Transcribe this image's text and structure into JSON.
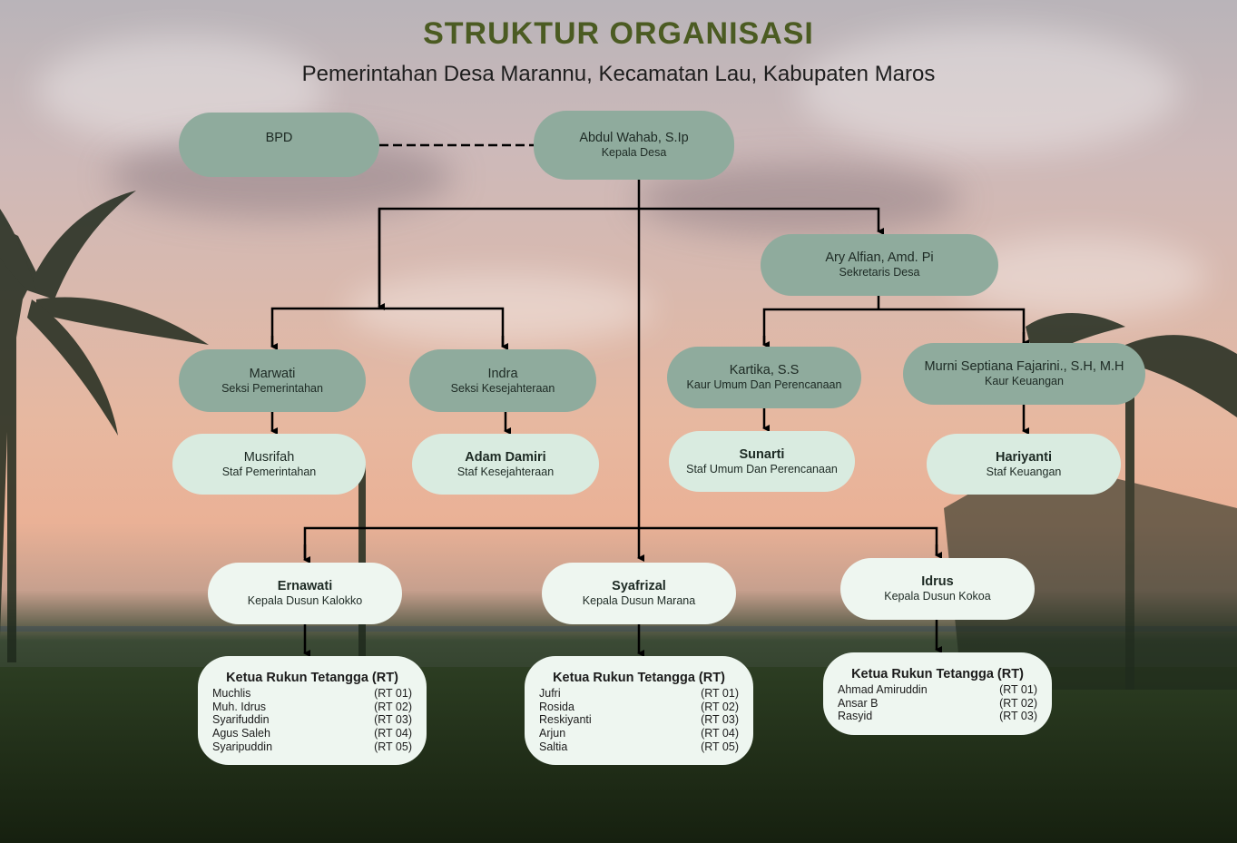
{
  "title": "STRUKTUR ORGANISASI",
  "subtitle": "Pemerintahan Desa Marannu, Kecamatan Lau, Kabupaten Maros",
  "colors": {
    "title": "#4b5b22",
    "node_dark": "#8fab9d",
    "node_light": "#d9ebe0",
    "node_pale": "#eef6f0",
    "line": "#000000"
  },
  "nodes": {
    "bpd": {
      "name": "BPD",
      "role": ""
    },
    "kepala_desa": {
      "name": "Abdul Wahab, S.Ip",
      "role": "Kepala Desa"
    },
    "sekretaris": {
      "name": "Ary Alfian, Amd. Pi",
      "role": "Sekretaris Desa"
    },
    "seksi_pemerintahan": {
      "name": "Marwati",
      "role": "Seksi Pemerintahan"
    },
    "seksi_kesejahteraan": {
      "name": "Indra",
      "role": "Seksi Kesejahteraan"
    },
    "kaur_umum": {
      "name": "Kartika, S.S",
      "role": "Kaur Umum Dan Perencanaan"
    },
    "kaur_keuangan": {
      "name": "Murni Septiana  Fajarini., S.H, M.H",
      "role": "Kaur Keuangan"
    },
    "staf_pemerintahan": {
      "name": "Musrifah",
      "role": "Staf Pemerintahan"
    },
    "staf_kesejahteraan": {
      "name": "Adam Damiri",
      "role": "Staf Kesejahteraan"
    },
    "staf_umum": {
      "name": "Sunarti",
      "role": "Staf Umum Dan Perencanaan"
    },
    "staf_keuangan": {
      "name": "Hariyanti",
      "role": "Staf Keuangan"
    },
    "dusun_kalokko": {
      "name": "Ernawati",
      "role": "Kepala Dusun Kalokko"
    },
    "dusun_marana": {
      "name": "Syafrizal",
      "role": "Kepala Dusun Marana"
    },
    "dusun_kokoa": {
      "name": "Idrus",
      "role": "Kepala Dusun Kokoa"
    }
  },
  "rt_groups": [
    {
      "heading": "Ketua Rukun Tetangga (RT)",
      "rows": [
        {
          "name": "Muchlis",
          "rt": "(RT 01)"
        },
        {
          "name": "Muh. Idrus",
          "rt": "(RT 02)"
        },
        {
          "name": "Syarifuddin",
          "rt": "(RT 03)"
        },
        {
          "name": "Agus Saleh",
          "rt": "(RT 04)"
        },
        {
          "name": "Syaripuddin",
          "rt": "(RT 05)"
        }
      ]
    },
    {
      "heading": "Ketua Rukun Tetangga (RT)",
      "rows": [
        {
          "name": "Jufri",
          "rt": "(RT 01)"
        },
        {
          "name": "Rosida",
          "rt": "(RT 02)"
        },
        {
          "name": "Reskiyanti",
          "rt": "(RT 03)"
        },
        {
          "name": "Arjun",
          "rt": "(RT 04)"
        },
        {
          "name": "Saltia",
          "rt": "(RT 05)"
        }
      ]
    },
    {
      "heading": "Ketua Rukun Tetangga (RT)",
      "rows": [
        {
          "name": "Ahmad Amiruddin",
          "rt": "(RT 01)"
        },
        {
          "name": "Ansar B",
          "rt": "(RT 02)"
        },
        {
          "name": "Rasyid",
          "rt": "(RT 03)"
        }
      ]
    }
  ]
}
